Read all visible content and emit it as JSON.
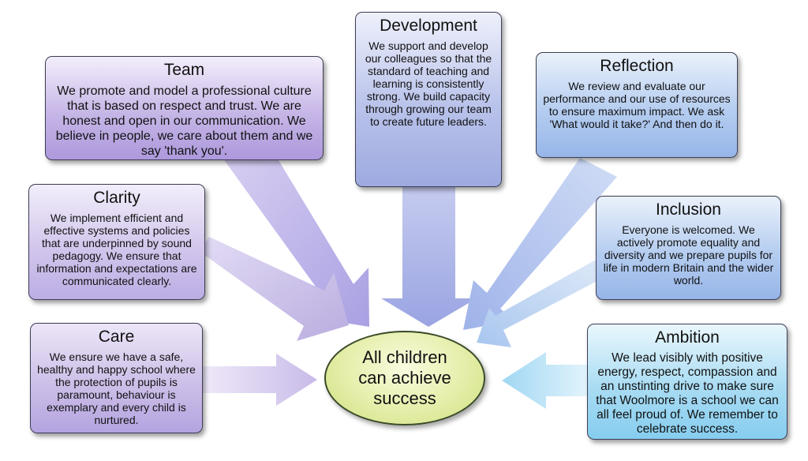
{
  "center": {
    "text": "All children can achieve success"
  },
  "boxes": {
    "team": {
      "title": "Team",
      "body": "We promote and model a professional culture that is based on respect and trust. We are honest and open in our communication. We believe in people, we care about them and we say 'thank you'."
    },
    "clarity": {
      "title": "Clarity",
      "body": "We implement efficient and effective systems and policies that are underpinned by sound pedagogy. We ensure that information and expectations are communicated clearly."
    },
    "care": {
      "title": "Care",
      "body": "We ensure we have a safe, healthy and happy school where the protection of pupils is paramount, behaviour is exemplary and every child is nurtured."
    },
    "development": {
      "title": "Development",
      "body": "We support and develop our colleagues so that the standard of teaching and learning is consistently strong. We build capacity through growing our team to create future leaders."
    },
    "reflection": {
      "title": "Reflection",
      "body": "We review and evaluate our performance and our use of resources to ensure maximum impact.  We ask 'What would it take?' And then do it."
    },
    "inclusion": {
      "title": "Inclusion",
      "body": "Everyone is welcomed. We actively promote equality and diversity and we prepare pupils for life in modern Britain and the wider world."
    },
    "ambition": {
      "title": "Ambition",
      "body": "We lead visibly with positive energy, respect, compassion and an unstinting drive to make sure that Woolmore is a school we can all feel proud of. We remember to celebrate success."
    }
  },
  "colors": {
    "arrow_purple": "#c9bde8",
    "arrow_lavender": "#d9d0f0",
    "arrow_blue": "#aab6ea",
    "arrow_lightblue": "#b5cdf0",
    "arrow_cyan": "#a9dcf3",
    "center_fill": "#e7efae"
  }
}
